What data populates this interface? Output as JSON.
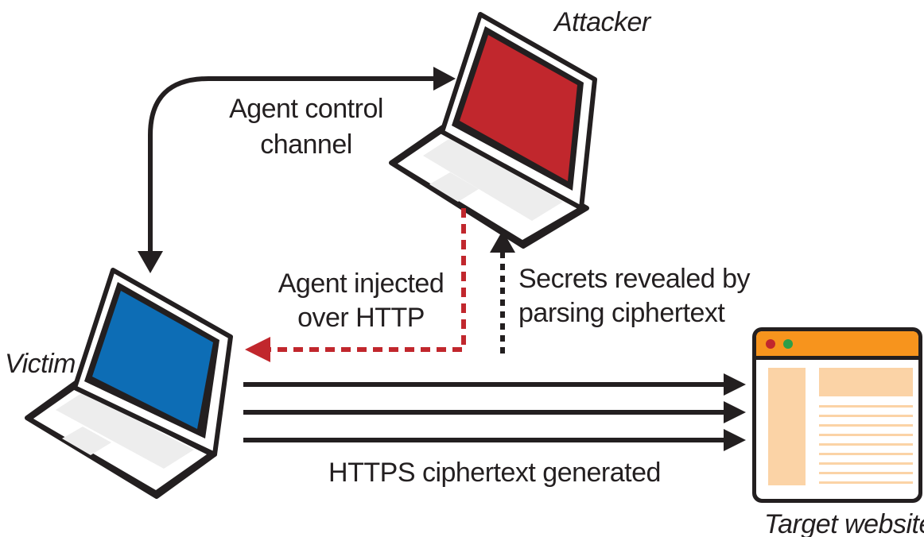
{
  "labels": {
    "attacker": "Attacker",
    "victim": "Victim",
    "target": "Target website",
    "control_line1": "Agent control",
    "control_line2": "channel",
    "injected_line1": "Agent injected",
    "injected_line2": "over HTTP",
    "secrets_line1": "Secrets revealed by",
    "secrets_line2": "parsing ciphertext",
    "https": "HTTPS ciphertext generated"
  },
  "colors": {
    "attacker_screen": "#c1272d",
    "victim_screen": "#0d6db5",
    "outline": "#231f20",
    "keyboard": "#ededed",
    "injected_arrow": "#c1272d",
    "browser_bar": "#f7941d",
    "browser_panel": "#fbd3a6",
    "browser_lines": "#fbd3a6",
    "dot_red": "#c1272d",
    "dot_green": "#2e9e48"
  },
  "icons": {
    "attacker_laptop": "laptop-icon",
    "victim_laptop": "laptop-icon",
    "target_browser": "browser-window-icon"
  }
}
